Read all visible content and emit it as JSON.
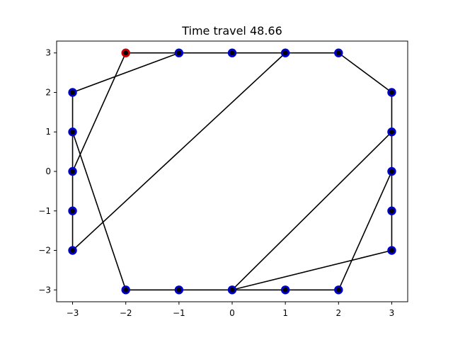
{
  "chart_data": {
    "type": "line",
    "title": "Time travel 48.66",
    "xlabel": "",
    "ylabel": "",
    "xlim": [
      -3.3,
      3.3
    ],
    "ylim": [
      -3.3,
      3.3
    ],
    "xticks": [
      -3,
      -2,
      -1,
      0,
      1,
      2,
      3
    ],
    "yticks": [
      -3,
      -2,
      -1,
      0,
      1,
      2,
      3
    ],
    "xtick_labels": [
      "−3",
      "−2",
      "−1",
      "0",
      "1",
      "2",
      "3"
    ],
    "ytick_labels": [
      "−3",
      "−2",
      "−1",
      "0",
      "1",
      "2",
      "3"
    ],
    "grid": false,
    "start_point": [
      -2,
      3
    ],
    "path": [
      [
        -2,
        3
      ],
      [
        -3,
        0
      ],
      [
        -3,
        1
      ],
      [
        -2,
        -3
      ],
      [
        -1,
        -3
      ],
      [
        0,
        -3
      ],
      [
        1,
        -3
      ],
      [
        2,
        -3
      ],
      [
        3,
        0
      ],
      [
        3,
        1
      ],
      [
        0,
        -3
      ],
      [
        3,
        -2
      ],
      [
        3,
        -1
      ],
      [
        3,
        0
      ],
      [
        3,
        1
      ],
      [
        3,
        2
      ],
      [
        2,
        3
      ],
      [
        1,
        3
      ],
      [
        -3,
        -2
      ],
      [
        -3,
        -1
      ],
      [
        -3,
        0
      ],
      [
        -3,
        1
      ],
      [
        -3,
        2
      ],
      [
        -1,
        3
      ],
      [
        0,
        3
      ],
      [
        1,
        3
      ],
      [
        2,
        3
      ],
      [
        1,
        3
      ],
      [
        0,
        3
      ],
      [
        -1,
        3
      ],
      [
        -2,
        3
      ]
    ],
    "points": [
      [
        -2,
        3
      ],
      [
        -1,
        3
      ],
      [
        0,
        3
      ],
      [
        1,
        3
      ],
      [
        2,
        3
      ],
      [
        3,
        2
      ],
      [
        3,
        1
      ],
      [
        3,
        0
      ],
      [
        3,
        -1
      ],
      [
        3,
        -2
      ],
      [
        2,
        -3
      ],
      [
        1,
        -3
      ],
      [
        0,
        -3
      ],
      [
        -1,
        -3
      ],
      [
        -2,
        -3
      ],
      [
        -3,
        -2
      ],
      [
        -3,
        -1
      ],
      [
        -3,
        0
      ],
      [
        -3,
        1
      ],
      [
        -3,
        2
      ]
    ],
    "colors": {
      "path": "#000000",
      "point_edge": "#0000cc",
      "point_center": "#000000",
      "start_edge": "#cc0000",
      "axes": "#000000",
      "background": "#ffffff"
    }
  }
}
